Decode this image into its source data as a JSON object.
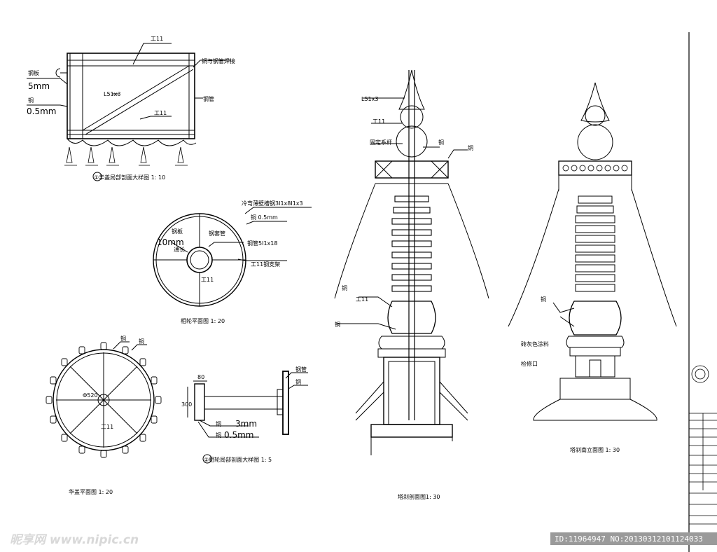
{
  "detail_canopy_section": {
    "top_label": "工11",
    "mid_label": "工11",
    "angle_label": "L51x3",
    "steel_plate_label": "钢板",
    "plate_thickness": "5mm",
    "copper_label": "铜",
    "copper_thickness": "0.5mm",
    "weld_label": "铜与钢管焊接",
    "pipe_label": "钢管",
    "caption": "①华盖局部剖面大样图 1: 10"
  },
  "ring_plan": {
    "channel_label": "冷弯薄壁槽钢3I1x8I1x3",
    "copper_label": "铜 0.5mm",
    "steel_plate_label": "钢板",
    "plate_thickness": "10mm",
    "through_label": "通长",
    "sleeve_label": "钢套管",
    "pipe_label": "钢管5I1x18",
    "frame_label": "工11钢支架",
    "beam_label": "工11",
    "caption": "相轮平面图 1: 20"
  },
  "canopy_plan": {
    "label_a": "铜",
    "label_b": "铜",
    "dia_label": "Φ520",
    "beam_label": "工11",
    "caption": "华盖平面图 1: 20"
  },
  "detail_ring_section": {
    "dim_width": "80",
    "dim_height": "300",
    "pipe_label": "钢管",
    "copper_label": "铜",
    "copper_thickness": "3mm",
    "copper_label2": "铜",
    "copper_thickness2": "0.5mm",
    "caption": "②相轮局部剖面大样图 1: 5"
  },
  "spire_section": {
    "angle_label": "L51x3",
    "beam_label": "工11",
    "fix_label": "固定系杆",
    "copper_r": "铜",
    "copper_r2": "铜",
    "copper_l": "铜",
    "beam_label2": "工11",
    "copper_l2": "铜",
    "caption": "塔刹剖面图1: 30"
  },
  "spire_elevation": {
    "copper_label": "铜",
    "paint_label": "砖灰色涂料",
    "door_label": "检修口",
    "caption": "塔刹南立面图 1: 30"
  },
  "watermark": {
    "brand": "昵享网 www.nipic.cn",
    "id_text": "ID:11964947 NO:20130312101124033"
  }
}
